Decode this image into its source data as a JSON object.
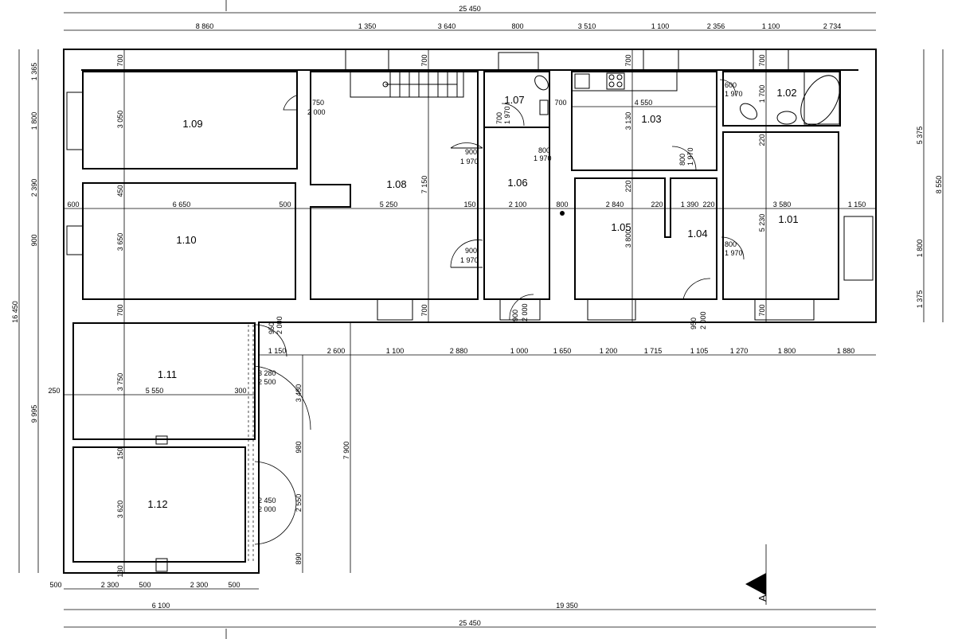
{
  "drawing": {
    "section_marker": "A"
  },
  "rooms": [
    {
      "id": "1.01"
    },
    {
      "id": "1.02"
    },
    {
      "id": "1.03"
    },
    {
      "id": "1.04"
    },
    {
      "id": "1.05"
    },
    {
      "id": "1.06"
    },
    {
      "id": "1.07"
    },
    {
      "id": "1.08"
    },
    {
      "id": "1.09"
    },
    {
      "id": "1.10"
    },
    {
      "id": "1.11"
    },
    {
      "id": "1.12"
    }
  ],
  "dimensions": {
    "top_total": "25 450",
    "bottom_total": "25 450",
    "top_chain": [
      "8 860",
      "1 350",
      "3 640",
      "800",
      "3 510",
      "1 100",
      "2 356",
      "1 100",
      "2 734"
    ],
    "left_chain": [
      "1 365",
      "1 800",
      "2 390",
      "900",
      "16 450",
      "9 995"
    ],
    "right_chain": [
      "5 375",
      "8 550",
      "1 800",
      "1 375"
    ],
    "middle_chain": [
      "1 150",
      "2 600",
      "1 100",
      "2 880",
      "1 000",
      "1 650",
      "1 200",
      "1 715",
      "1 105",
      "1 270",
      "1 800",
      "1 880"
    ],
    "bottom_chain_a": [
      "500",
      "2 300",
      "500",
      "2 300",
      "500"
    ],
    "bottom_chain_b": [
      "6 100",
      "19 350"
    ],
    "horizontal_interior": [
      "600",
      "6 650",
      "500",
      "5 250",
      "150",
      "2 100",
      "800",
      "2 840",
      "220",
      "1 390",
      "220",
      "3 580",
      "1 150",
      "250",
      "5 550",
      "300",
      "4 550",
      "700"
    ],
    "vertical_interior": [
      "700",
      "3 050",
      "450",
      "3 650",
      "700",
      "700",
      "7 150",
      "700",
      "700",
      "3 130",
      "220",
      "3 800",
      "700",
      "1 700",
      "220",
      "5 230",
      "700",
      "3 750",
      "150",
      "3 620",
      "130",
      "3 480",
      "980",
      "2 550",
      "890",
      "7 900"
    ],
    "openings": [
      {
        "w": "750",
        "h": "2 000"
      },
      {
        "w": "900",
        "h": "1 970"
      },
      {
        "w": "900",
        "h": "1 970"
      },
      {
        "w": "800",
        "h": "1 970"
      },
      {
        "w": "800",
        "h": "1 970"
      },
      {
        "w": "600",
        "h": "1 970"
      },
      {
        "w": "800",
        "h": "1 970"
      },
      {
        "w": "700",
        "h": "1 970"
      },
      {
        "w": "950",
        "h": "2 000"
      },
      {
        "w": "900",
        "h": "2 000"
      },
      {
        "w": "950",
        "h": "2 000"
      },
      {
        "w": "3 280",
        "h": "2 500"
      },
      {
        "w": "2 450",
        "h": "2 000"
      }
    ]
  }
}
